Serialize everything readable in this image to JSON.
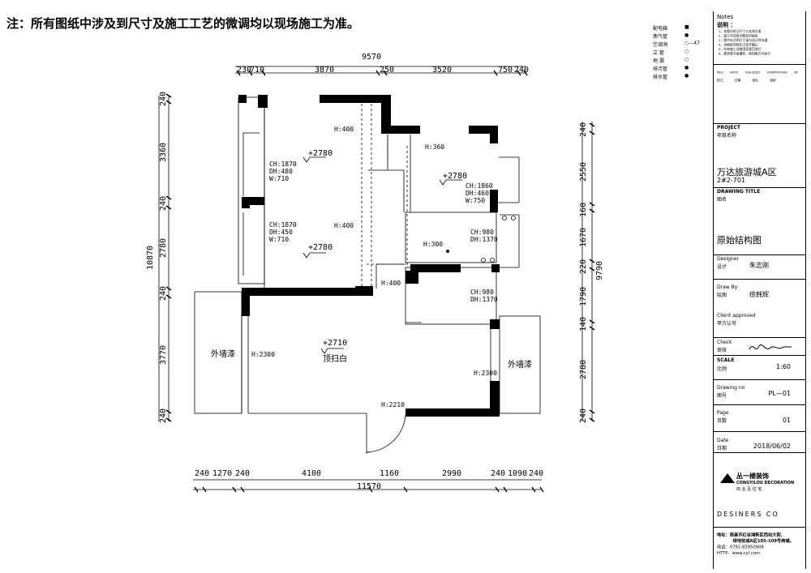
{
  "note": "注：所有图纸中涉及到尺寸及施工工艺的微调均以现场施工为准。",
  "dims": {
    "top_total": "9570",
    "top": [
      "230",
      "710",
      "3870",
      "250",
      "3520",
      "750",
      "240"
    ],
    "bottom_total": "11570",
    "bottom": [
      "240",
      "1270",
      "240",
      "4100",
      "1160",
      "2990",
      "240",
      "1090",
      "240"
    ],
    "left_total": "10870",
    "left": [
      "240",
      "3360",
      "240",
      "2780",
      "240",
      "3770",
      "240"
    ],
    "right_total": "9790",
    "right": [
      "240",
      "2550",
      "160",
      "1670",
      "220",
      "1790",
      "140",
      "2780",
      "240"
    ]
  },
  "labels": {
    "h400a": "H:400",
    "h360": "H:360",
    "h400b": "H:400",
    "h300": "H:300",
    "h400c": "H:400",
    "h2300a": "H:2300",
    "h2300b": "H:2300",
    "h2210": "H:2210",
    "lv1": "+2780",
    "lv2": "+2780",
    "lv3": "+2780",
    "lv4": "+2710",
    "ceiling": "顶扫白",
    "wall_left": "外墙漆",
    "wall_right": "外墙漆",
    "w1": [
      "CH:1870",
      "DH:480",
      "W:710"
    ],
    "w2": [
      "CH:1860",
      "DH:460",
      "W:750"
    ],
    "w3": [
      "CH:1870",
      "DH:450",
      "W:710"
    ],
    "w4": [
      "CH:980",
      "DH:1370"
    ],
    "w5": [
      "CH:980",
      "DH:1370"
    ]
  },
  "titleblock": {
    "notes": "Notes",
    "notes_cn": "说明 ：",
    "legend": [
      "配电箱",
      "燕气管",
      "空调洞",
      "立 管",
      "地 漏",
      "排污管",
      "排水管"
    ],
    "legend_sym": [
      "■",
      "●",
      "○—47",
      "○",
      "○",
      "●",
      "●"
    ],
    "note_lines": [
      "1、本图内所注尺寸以实测为准",
      "2、施工中如有问题及时联系",
      "3、图中未注明尺寸请与设计师沟通",
      "4、本图纸须经业主签字确认",
      "5、所有施工须按国家规范进行",
      "6、更改需书面通知，经同意方可执行"
    ],
    "rev_head": [
      "REV",
      "DATE",
      "CHECKED",
      "SYAPPROVED",
      "BY"
    ],
    "rev_head_cn": [
      "修订",
      "日期",
      "校队",
      "审核"
    ],
    "project": "PROJECT",
    "project_cn": "项目名称",
    "project_name": "万达旅游城A区",
    "project_unit": "2#2-701",
    "drawing_title": "DRAWING TITLE",
    "drawing_title_cn": "图名",
    "drawing_name": "原始结构图",
    "designer": "Designer",
    "designer_cn": "设计",
    "designer_name": "朱志刚",
    "draw_by": "Draw By",
    "draw_by_cn": "绘图",
    "draw_by_name": "徐韩辉",
    "client": "Client approved",
    "client_cn": "甲方认可",
    "check": "Check",
    "check_cn": "审核",
    "scale": "SCALE",
    "scale_cn": "比例",
    "scale_val": "1:60",
    "drawing_no": "Drawing no",
    "drawing_no_cn": "图号",
    "drawing_no_val": "PL—01",
    "page": "Page",
    "page_cn": "页数",
    "page_val": "01",
    "date": "Date",
    "date_cn": "日期",
    "date_val": "2018/06/02",
    "logo_cn": "丛一楼装饰",
    "logo_en": "CONGYILOU DECORATION",
    "logo_sub": "商 业 及 住 宅",
    "company": "DESINERS CO",
    "addr1": "地址：南昌市红谷滩新区西站大街,",
    "addr2": "绿地悦城A区105-109号商铺。",
    "tel": "电话：0791-83950908",
    "web": "HTTP：www.cyl.com"
  }
}
